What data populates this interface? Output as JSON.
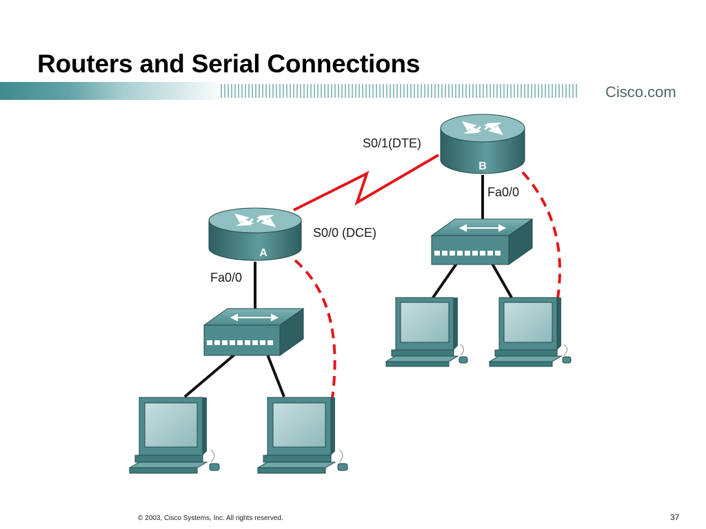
{
  "slide": {
    "title": "Routers and Serial Connections",
    "brand": "Cisco.com",
    "footer": "© 2003, Cisco Systems, Inc. All rights reserved.",
    "page_number": "37"
  },
  "diagram": {
    "routers": [
      {
        "name": "A",
        "lan_port": "Fa0/0",
        "serial_port": "S0/0 (DCE)"
      },
      {
        "name": "B",
        "lan_port": "Fa0/0",
        "serial_port": "S0/1(DTE)"
      }
    ],
    "colors": {
      "serial_link": "#e3161b",
      "dashed_link": "#e3161b",
      "device_teal": "#4f8a8c",
      "device_dark": "#2f5f61",
      "brand_teal": "#3f8a8e"
    }
  }
}
